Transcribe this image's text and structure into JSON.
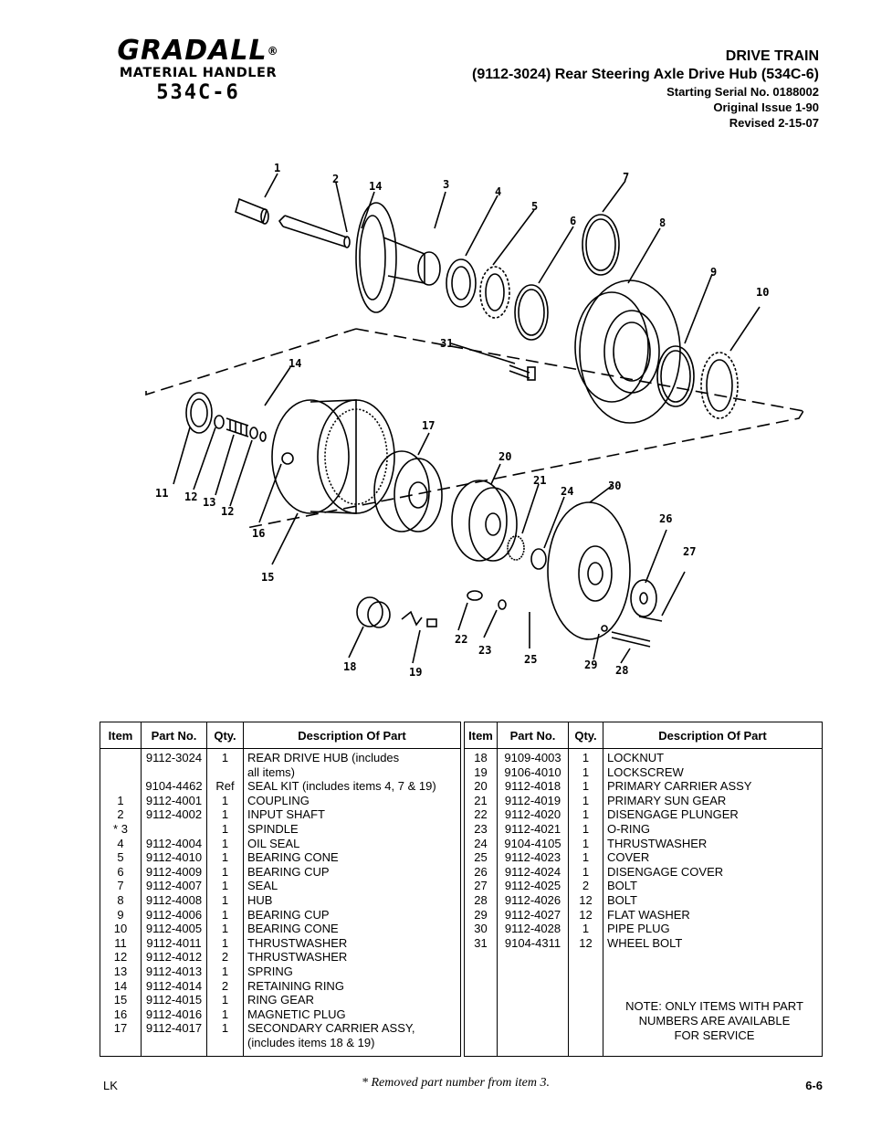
{
  "logo": {
    "brand": "GRADALL",
    "reg": "®",
    "sub": "MATERIAL HANDLER",
    "model": "534C-6"
  },
  "header": {
    "title": "DRIVE TRAIN",
    "subtitle": "(9112-3024)  Rear Steering Axle Drive Hub (534C-6)",
    "serial": "Starting Serial No. 0188002",
    "issue": "Original Issue 1-90",
    "revised": "Revised  2-15-07"
  },
  "diagram": {
    "callouts": [
      "1",
      "2",
      "14",
      "3",
      "4",
      "5",
      "6",
      "7",
      "8",
      "9",
      "10",
      "31",
      "14",
      "17",
      "20",
      "21",
      "24",
      "30",
      "11",
      "12",
      "13",
      "12",
      "16",
      "15",
      "26",
      "27",
      "18",
      "19",
      "22",
      "23",
      "25",
      "29",
      "28"
    ]
  },
  "table": {
    "headers": [
      "Item",
      "Part No.",
      "Qty.",
      "Description Of Part"
    ],
    "left_rows": [
      {
        "item": "",
        "part": "9112-3024",
        "qty": "1",
        "desc": "REAR DRIVE HUB (includes"
      },
      {
        "item": "",
        "part": "",
        "qty": "",
        "desc": "all items)"
      },
      {
        "item": "",
        "part": "9104-4462",
        "qty": "Ref",
        "desc": "SEAL KIT (includes items 4, 7 & 19)"
      },
      {
        "item": "1",
        "part": "9112-4001",
        "qty": "1",
        "desc": "COUPLING"
      },
      {
        "item": "2",
        "part": "9112-4002",
        "qty": "1",
        "desc": "INPUT SHAFT"
      },
      {
        "item": "* 3",
        "part": "",
        "qty": "1",
        "desc": "SPINDLE"
      },
      {
        "item": "4",
        "part": "9112-4004",
        "qty": "1",
        "desc": "OIL SEAL"
      },
      {
        "item": "5",
        "part": "9112-4010",
        "qty": "1",
        "desc": "BEARING CONE"
      },
      {
        "item": "6",
        "part": "9112-4009",
        "qty": "1",
        "desc": "BEARING CUP"
      },
      {
        "item": "7",
        "part": "9112-4007",
        "qty": "1",
        "desc": "SEAL"
      },
      {
        "item": "8",
        "part": "9112-4008",
        "qty": "1",
        "desc": "HUB"
      },
      {
        "item": "9",
        "part": "9112-4006",
        "qty": "1",
        "desc": "BEARING CUP"
      },
      {
        "item": "10",
        "part": "9112-4005",
        "qty": "1",
        "desc": "BEARING CONE"
      },
      {
        "item": "11",
        "part": "9112-4011",
        "qty": "1",
        "desc": "THRUSTWASHER"
      },
      {
        "item": "12",
        "part": "9112-4012",
        "qty": "2",
        "desc": "THRUSTWASHER"
      },
      {
        "item": "13",
        "part": "9112-4013",
        "qty": "1",
        "desc": "SPRING"
      },
      {
        "item": "14",
        "part": "9112-4014",
        "qty": "2",
        "desc": "RETAINING RING"
      },
      {
        "item": "15",
        "part": "9112-4015",
        "qty": "1",
        "desc": "RING GEAR"
      },
      {
        "item": "16",
        "part": "9112-4016",
        "qty": "1",
        "desc": "MAGNETIC PLUG"
      },
      {
        "item": "17",
        "part": "9112-4017",
        "qty": "1",
        "desc": "SECONDARY CARRIER ASSY,"
      },
      {
        "item": "",
        "part": "",
        "qty": "",
        "desc": "(includes items 18 & 19)"
      }
    ],
    "right_rows": [
      {
        "item": "18",
        "part": "9109-4003",
        "qty": "1",
        "desc": "LOCKNUT"
      },
      {
        "item": "19",
        "part": "9106-4010",
        "qty": "1",
        "desc": "LOCKSCREW"
      },
      {
        "item": "20",
        "part": "9112-4018",
        "qty": "1",
        "desc": "PRIMARY CARRIER ASSY"
      },
      {
        "item": "21",
        "part": "9112-4019",
        "qty": "1",
        "desc": "PRIMARY SUN GEAR"
      },
      {
        "item": "22",
        "part": "9112-4020",
        "qty": "1",
        "desc": "DISENGAGE PLUNGER"
      },
      {
        "item": "23",
        "part": "9112-4021",
        "qty": "1",
        "desc": "O-RING"
      },
      {
        "item": "24",
        "part": "9104-4105",
        "qty": "1",
        "desc": "THRUSTWASHER"
      },
      {
        "item": "25",
        "part": "9112-4023",
        "qty": "1",
        "desc": "COVER"
      },
      {
        "item": "26",
        "part": "9112-4024",
        "qty": "1",
        "desc": "DISENGAGE COVER"
      },
      {
        "item": "27",
        "part": "9112-4025",
        "qty": "2",
        "desc": "BOLT"
      },
      {
        "item": "28",
        "part": "9112-4026",
        "qty": "12",
        "desc": "BOLT"
      },
      {
        "item": "29",
        "part": "9112-4027",
        "qty": "12",
        "desc": "FLAT WASHER"
      },
      {
        "item": "30",
        "part": "9112-4028",
        "qty": "1",
        "desc": "PIPE PLUG"
      },
      {
        "item": "31",
        "part": "9104-4311",
        "qty": "12",
        "desc": "WHEEL BOLT"
      }
    ],
    "note_lines": [
      "NOTE: ONLY ITEMS WITH PART",
      "NUMBERS ARE AVAILABLE",
      "FOR SERVICE"
    ]
  },
  "footer": {
    "left": "LK",
    "center": "* Removed part number from item 3.",
    "right": "6-6"
  }
}
